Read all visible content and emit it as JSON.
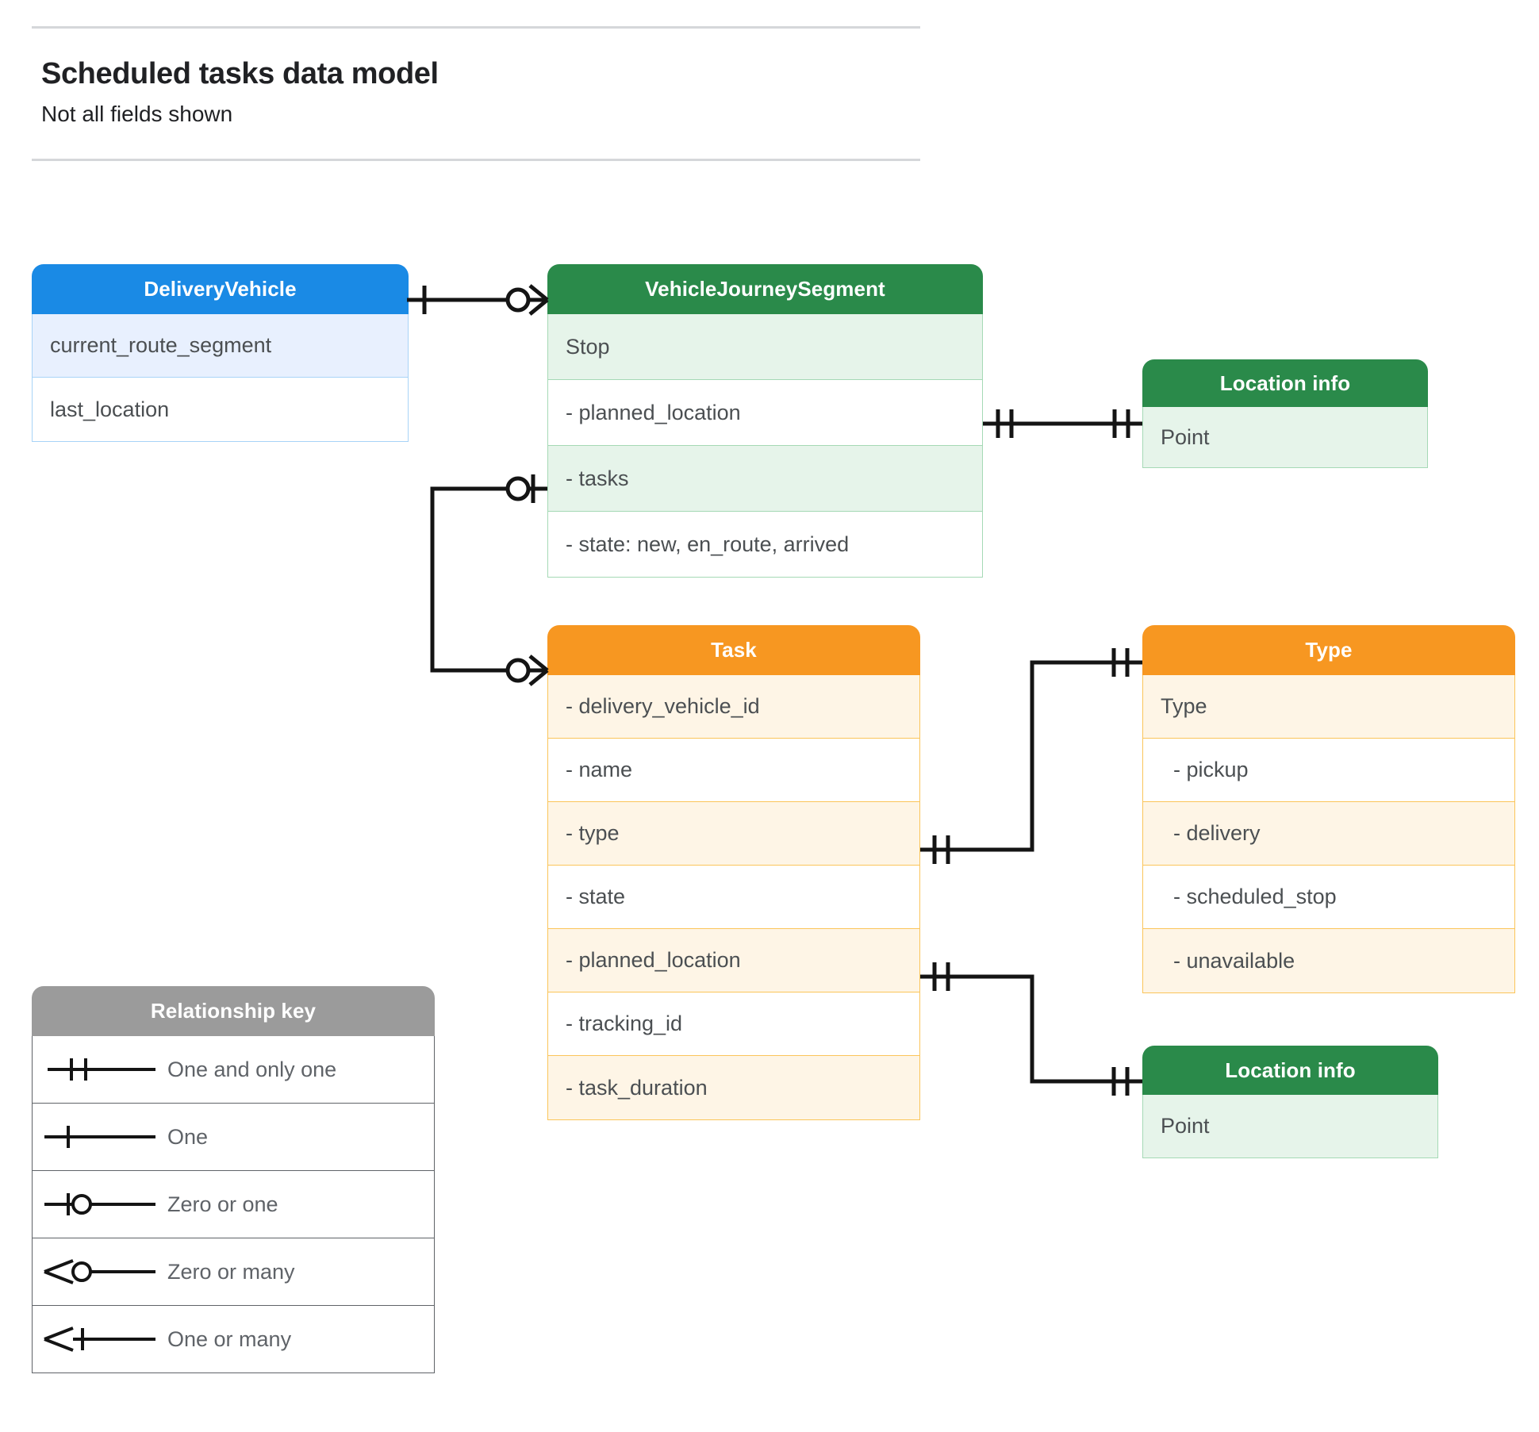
{
  "header": {
    "title": "Scheduled tasks data model",
    "subtitle": "Not all fields shown"
  },
  "entities": {
    "delivery_vehicle": {
      "title": "DeliveryVehicle",
      "color": "#1a8ae5",
      "rows": [
        "current_route_segment",
        "last_location"
      ]
    },
    "vehicle_journey_segment": {
      "title": "VehicleJourneySegment",
      "color": "#2a8a4a",
      "rows": [
        "Stop",
        "-  planned_location",
        "- tasks",
        "- state: new, en_route, arrived"
      ]
    },
    "location_info_top": {
      "title": "Location info",
      "color": "#2a8a4a",
      "rows": [
        "Point"
      ]
    },
    "location_info_bottom": {
      "title": "Location info",
      "color": "#2a8a4a",
      "rows": [
        "Point"
      ]
    },
    "task": {
      "title": "Task",
      "color": "#f79721",
      "rows": [
        "- delivery_vehicle_id",
        "- name",
        "- type",
        "- state",
        "- planned_location",
        "- tracking_id",
        "- task_duration"
      ]
    },
    "type": {
      "title": "Type",
      "color": "#f79721",
      "rows": [
        "Type",
        "-   pickup",
        "-   delivery",
        "-   scheduled_stop",
        "-   unavailable"
      ]
    }
  },
  "legend": {
    "title": "Relationship key",
    "color": "#9b9b9b",
    "items": [
      {
        "label": "One and only one",
        "glyph": "one-and-only-one-symbol"
      },
      {
        "label": "One",
        "glyph": "one-symbol"
      },
      {
        "label": "Zero or one",
        "glyph": "zero-or-one-symbol"
      },
      {
        "label": "Zero or many",
        "glyph": "zero-or-many-symbol"
      },
      {
        "label": "One or many",
        "glyph": "one-or-many-symbol"
      }
    ]
  },
  "relationships": [
    {
      "from": "DeliveryVehicle",
      "to": "VehicleJourneySegment",
      "from_cardinality": "One",
      "to_cardinality": "Zero or many"
    },
    {
      "from": "VehicleJourneySegment.- tasks",
      "to": "Task",
      "from_cardinality": "Zero or one",
      "to_cardinality": "Zero or many"
    },
    {
      "from": "VehicleJourneySegment.-  planned_location",
      "to": "Location info",
      "from_cardinality": "One and only one",
      "to_cardinality": "One and only one"
    },
    {
      "from": "Task.- type",
      "to": "Type",
      "from_cardinality": "One and only one",
      "to_cardinality": "One and only one"
    },
    {
      "from": "Task.- planned_location",
      "to": "Location info",
      "from_cardinality": "One and only one",
      "to_cardinality": "One and only one"
    }
  ]
}
